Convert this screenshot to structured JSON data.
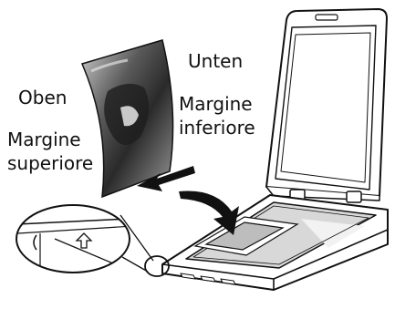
{
  "labels": {
    "top_de": "Oben",
    "top_it_line1": "Margine",
    "top_it_line2": "superiore",
    "bottom_de": "Unten",
    "bottom_it_line1": "Margine",
    "bottom_it_line2": "inferiore"
  },
  "colors": {
    "line": "#111111",
    "scanner_body": "#ffffff",
    "platen_glass": "#d8d8d8",
    "document_dark": "#2a2a2a",
    "document_mid": "#7a7a7a",
    "document_light": "#cfcfcf"
  }
}
